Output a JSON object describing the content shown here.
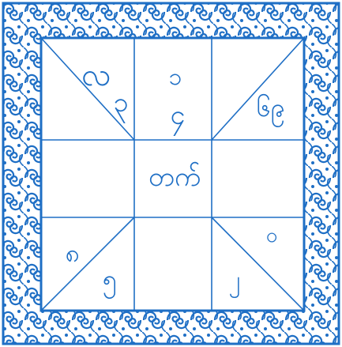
{
  "colors": {
    "ink": "#1f6fc5",
    "paper": "#ffffff"
  },
  "chart": {
    "cells": {
      "top_left_a": "လ",
      "top_left_b": "၃",
      "top_center_a": "၁",
      "top_center_b": "၄",
      "top_right": "၆၉",
      "center": "တက်",
      "bottom_left_a": "၈",
      "bottom_left_b": "၅",
      "bottom_right_a": "၀",
      "bottom_right_b": "၂"
    }
  }
}
